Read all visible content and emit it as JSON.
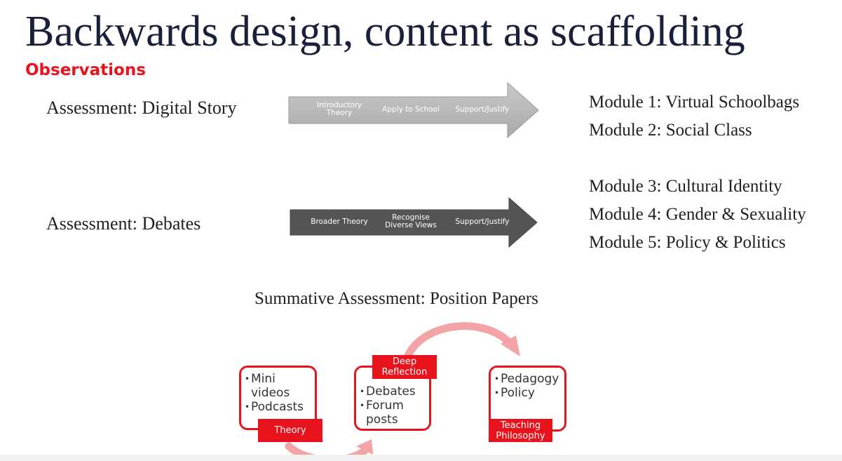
{
  "slide": {
    "title": "Backwards design, content as scaffolding",
    "subtitle": "Observations",
    "accent_color": "#e8131c",
    "title_color": "#1a1f3a"
  },
  "rows": [
    {
      "assessment": "Assessment: Digital Story",
      "arrow_color": "#b3b3b3",
      "arrow_steps": [
        "Introductory Theory",
        "Apply to School",
        "Support/Justify"
      ],
      "modules": [
        "Module 1: Virtual Schoolbags",
        "Module 2: Social Class"
      ]
    },
    {
      "assessment": "Assessment: Debates",
      "arrow_color": "#555555",
      "arrow_steps": [
        "Broader Theory",
        "Recognise Diverse Views",
        "Support/Justify"
      ],
      "modules": [
        "Module 3: Cultural Identity",
        "Module 4: Gender & Sexuality",
        "Module 5: Policy & Politics"
      ]
    }
  ],
  "summative": {
    "heading": "Summative Assessment: Position Papers",
    "stages": [
      {
        "tag": "Theory",
        "items": [
          "Mini videos",
          "Podcasts"
        ]
      },
      {
        "tag": "Deep Reflection",
        "items": [
          "Debates",
          "Forum posts"
        ]
      },
      {
        "tag": "Teaching Philosophy",
        "items": [
          "Pedagogy",
          "Policy"
        ]
      }
    ]
  }
}
